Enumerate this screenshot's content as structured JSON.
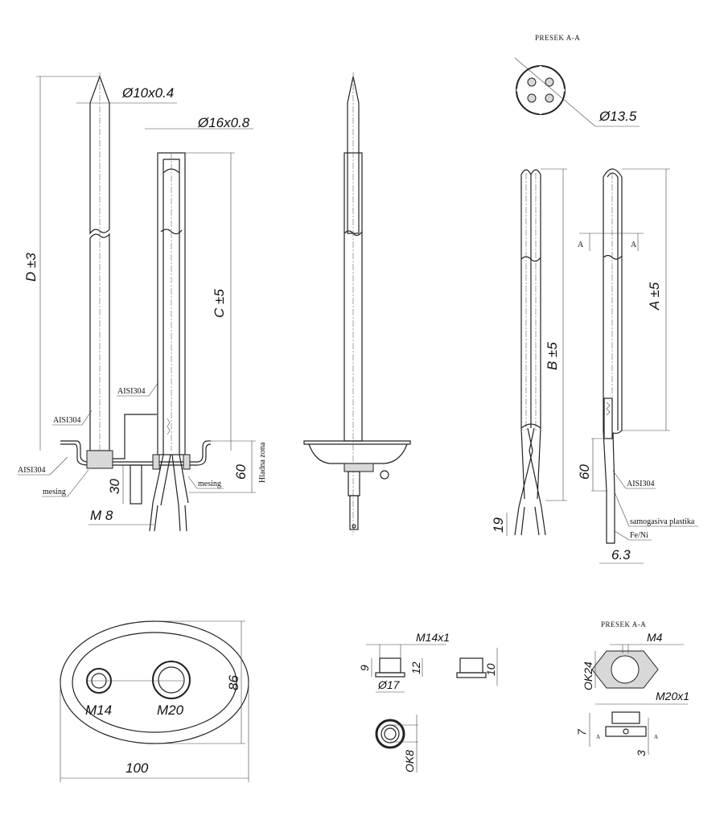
{
  "view_main": {
    "dim_anode_diameter": "Ø10x0.4",
    "dim_tube_diameter": "Ø16x0.8",
    "dim_D": "D ±3",
    "dim_C": "C ±5",
    "dim_60": "60",
    "cold_zone": "Hladna zona",
    "dim_30": "30",
    "dim_M8": "M 8",
    "material_1": "AISI304",
    "material_2": "AISI304",
    "material_3": "AISI304",
    "material_brass_1": "mesing",
    "material_brass_2": "mesing"
  },
  "view_section": {
    "title": "PRESEK A-A",
    "dim_diameter": "Ø13.5"
  },
  "view_elements": {
    "dim_B": "B ±5",
    "dim_A": "A ±5",
    "section_mark_left": "A",
    "section_mark_right": "A",
    "dim_60": "60",
    "dim_19": "19",
    "dim_6_3": "6.3",
    "material_steel": "AISI304",
    "material_plastic": "samogasiva plastika",
    "material_wire": "Fe/Ni"
  },
  "view_flange": {
    "thread_small": "M14",
    "thread_large": "M20",
    "dim_height": "86",
    "dim_width": "100"
  },
  "view_small_nut": {
    "dim_thread": "M14x1",
    "dim_9": "9",
    "dim_12": "12",
    "dim_diameter": "Ø17",
    "dim_10": "10",
    "dim_ok8": "OK8"
  },
  "view_big_nut": {
    "title": "PRESEK A-A",
    "dim_M4": "M4",
    "dim_ok24": "OK24",
    "dim_thread": "M20x1",
    "dim_7": "7",
    "dim_3": "3",
    "section_mark_left": "A",
    "section_mark_right": "A"
  }
}
